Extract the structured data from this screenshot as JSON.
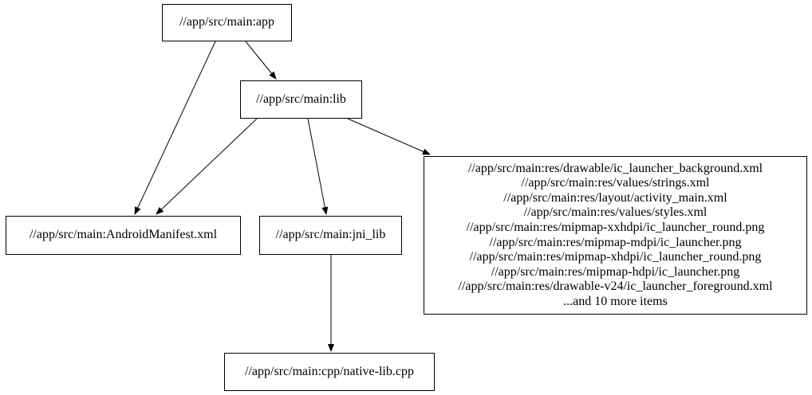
{
  "diagram": {
    "type": "dependency-graph",
    "background_color": "#ffffff",
    "node_fill_color": "#ffffff",
    "node_border_color": "#000000",
    "edge_color": "#000000",
    "text_color": "#000000"
  },
  "nodes": {
    "app": {
      "label": "//app/src/main:app"
    },
    "lib": {
      "label": "//app/src/main:lib"
    },
    "manifest": {
      "label": "//app/src/main:AndroidManifest.xml"
    },
    "jni_lib": {
      "label": "//app/src/main:jni_lib"
    },
    "res": {
      "lines": [
        "//app/src/main:res/drawable/ic_launcher_background.xml",
        "//app/src/main:res/values/strings.xml",
        "//app/src/main:res/layout/activity_main.xml",
        "//app/src/main:res/values/styles.xml",
        "//app/src/main:res/mipmap-xxhdpi/ic_launcher_round.png",
        "//app/src/main:res/mipmap-mdpi/ic_launcher.png",
        "//app/src/main:res/mipmap-xhdpi/ic_launcher_round.png",
        "//app/src/main:res/mipmap-hdpi/ic_launcher.png",
        "//app/src/main:res/drawable-v24/ic_launcher_foreground.xml",
        "...and 10 more items"
      ]
    },
    "cpp": {
      "label": "//app/src/main:cpp/native-lib.cpp"
    }
  },
  "edges": [
    {
      "from": "app",
      "to": "lib"
    },
    {
      "from": "app",
      "to": "manifest"
    },
    {
      "from": "lib",
      "to": "manifest"
    },
    {
      "from": "lib",
      "to": "jni_lib"
    },
    {
      "from": "lib",
      "to": "res"
    },
    {
      "from": "jni_lib",
      "to": "cpp"
    }
  ]
}
